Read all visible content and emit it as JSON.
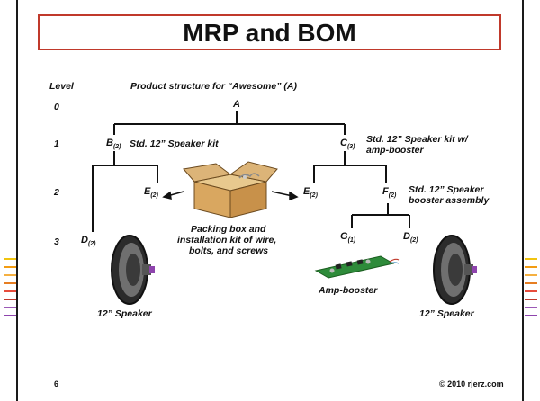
{
  "slide": {
    "title": "MRP and BOM",
    "level_header": "Level",
    "structure_header": "Product structure for “Awesome” (A)",
    "levels": [
      "0",
      "1",
      "2",
      "3"
    ],
    "page_number": "6",
    "copyright": "© 2010 rjerz.com"
  },
  "nodes": {
    "A": {
      "letter": "A",
      "qty": ""
    },
    "B": {
      "letter": "B",
      "qty": "(2)"
    },
    "C": {
      "letter": "C",
      "qty": "(3)"
    },
    "E1": {
      "letter": "E",
      "qty": "(2)"
    },
    "E2": {
      "letter": "E",
      "qty": "(2)"
    },
    "F": {
      "letter": "F",
      "qty": "(2)"
    },
    "D1": {
      "letter": "D",
      "qty": "(2)"
    },
    "G": {
      "letter": "G",
      "qty": "(1)"
    },
    "D2": {
      "letter": "D",
      "qty": "(2)"
    }
  },
  "descriptions": {
    "B": "Std. 12” Speaker kit",
    "C_line1": "Std. 12” Speaker kit w/",
    "C_line2": "amp-booster",
    "F_line1": "Std. 12” Speaker",
    "F_line2": "booster assembly",
    "packing_line1": "Packing box and",
    "packing_line2": "installation kit of wire,",
    "packing_line3": "bolts, and screws",
    "amp_booster": "Amp-booster",
    "speaker_left": "12” Speaker",
    "speaker_right": "12” Speaker"
  },
  "colors": {
    "title_border": "#c0392b",
    "stripes": [
      "#f1c40f",
      "#f39c12",
      "#f5b041",
      "#e67e22",
      "#e74c3c",
      "#c0392b",
      "#9b59b6",
      "#8e44ad"
    ]
  }
}
